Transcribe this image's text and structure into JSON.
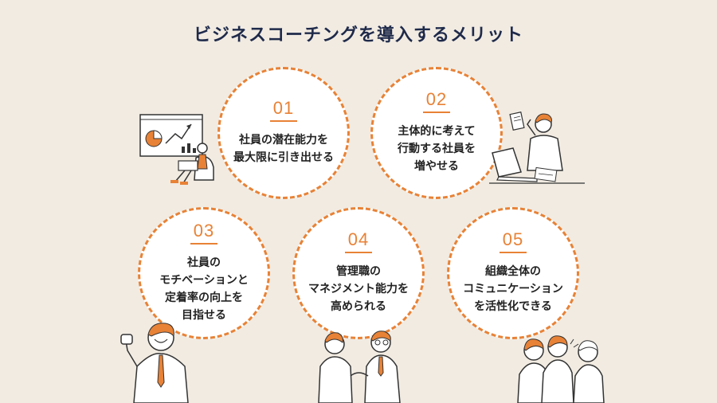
{
  "title": "ビジネスコーチングを導入するメリット",
  "items": [
    {
      "number": "01",
      "text": "社員の潜在能力を\n最大限に引き出せる"
    },
    {
      "number": "02",
      "text": "主体的に考えて\n行動する社員を\n増やせる"
    },
    {
      "number": "03",
      "text": "社員の\nモチベーションと\n定着率の向上を\n目指せる"
    },
    {
      "number": "04",
      "text": "管理職の\nマネジメント能力を\n高められる"
    },
    {
      "number": "05",
      "text": "組織全体の\nコミュニケーション\nを活性化できる"
    }
  ],
  "colors": {
    "accent": "#e88236",
    "background": "#f1ebe2",
    "title": "#1f2a4a"
  },
  "illustrations": [
    "presentation-chart-person-icon",
    "phone-laptop-worker-icon",
    "cheering-businessman-icon",
    "handshake-businessmen-icon",
    "group-talking-icon"
  ]
}
